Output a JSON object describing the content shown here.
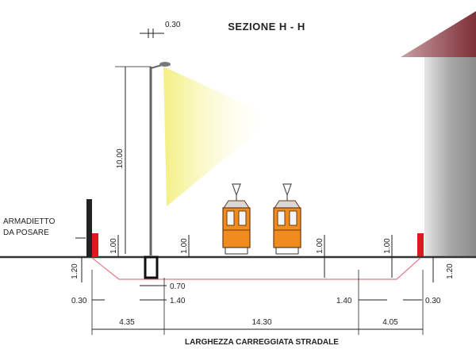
{
  "title": "SEZIONE H - H",
  "cabinet_label_1": "ARMADIETTO",
  "cabinet_label_2": "DA POSARE",
  "caption": "LARGHEZZA CARREGGIATA STRADALE",
  "dims": {
    "lamp_width": "0.30",
    "pole_height": "10.00",
    "h_left": "1.00",
    "h_mid": "1.00",
    "h_center": "1.00",
    "h_right": "1.00",
    "depth_left": "1.20",
    "depth_right": "1.20",
    "inner_left": "0.70",
    "off_left_140": "1.40",
    "off_right_140": "1.40",
    "edge_left": "0.30",
    "edge_right": "0.30",
    "span_left": "4.35",
    "span_center": "14.30",
    "span_right": "4.05"
  },
  "colors": {
    "ground": "#333333",
    "marker": "#e0191f",
    "tram_body": "#f08c1e",
    "tram_frame": "#6b3b12",
    "building": "#9a9a9a",
    "roof": "#8a3a3f",
    "light": "#f3ef86",
    "trench": "#e27a8a"
  }
}
